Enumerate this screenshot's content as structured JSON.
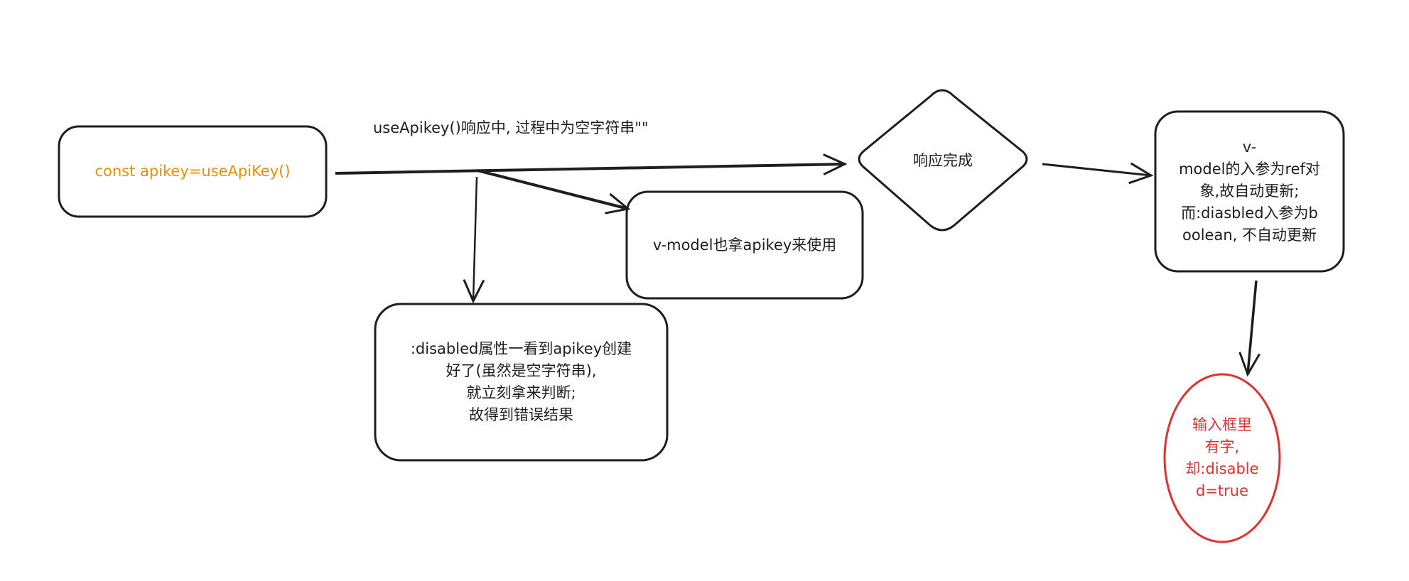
{
  "nodes": {
    "start": {
      "label": "const apikey=useApiKey()",
      "color": "#f08c00"
    },
    "edge_label": "useApikey()响应中, 过程中为空字符串\"\"",
    "decision": {
      "label": "响应完成"
    },
    "vmodel_box": {
      "label": "v-model也拿apikey来使用"
    },
    "disabled_box": {
      "lines": [
        ":disabled属性一看到apikey创建",
        "好了(虽然是空字符串),",
        "就立刻拿来判断;",
        "故得到错误结果"
      ]
    },
    "explain_box": {
      "lines": [
        "v-",
        "model的入参为ref对",
        "象,故自动更新;",
        "而:diasbled入参为b",
        "oolean, 不自动更新"
      ]
    },
    "result": {
      "lines": [
        "输入框里",
        "有字,",
        "却:disable",
        "d=true"
      ],
      "color": "#e03131"
    }
  }
}
